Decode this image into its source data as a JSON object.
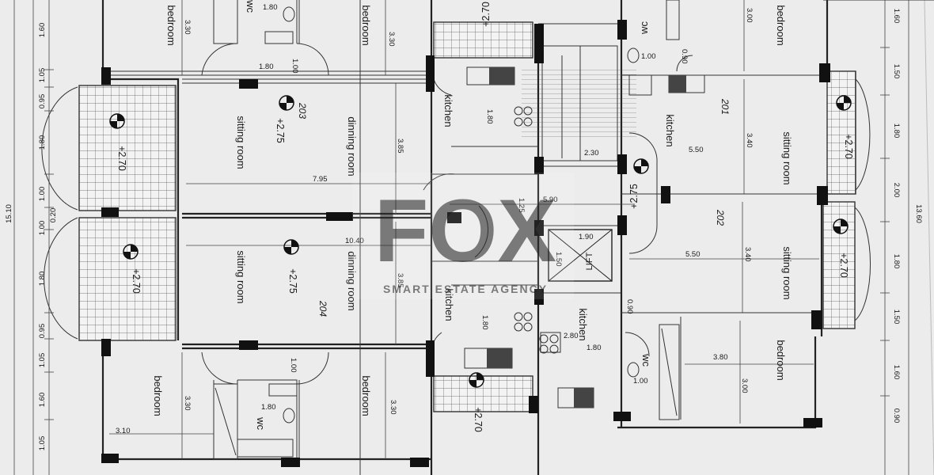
{
  "apartments": {
    "a201": "201",
    "a202": "202",
    "a203": "203",
    "a204": "204"
  },
  "rooms": {
    "bedroom": "bedroom",
    "sitting_room": "sitting room",
    "dinning_room": "dinning room",
    "kitchen": "kitchen",
    "wc": "wc",
    "lift": "LIFT"
  },
  "levels": {
    "l270": "+2.70",
    "l275": "+2.75"
  },
  "dims": {
    "d160": "1.60",
    "d105": "1.05",
    "d095": "0.95",
    "d180": "1.80",
    "d100": "1.00",
    "d020": "0.20",
    "d1510": "15.10",
    "d330": "3.30",
    "d385": "3.85",
    "d795": "7.95",
    "d1040": "10.40",
    "d125": "1.25",
    "d590": "5.90",
    "d230": "2.30",
    "d190": "1.90",
    "d150": "1.50",
    "d280": "2.80",
    "d090": "0.90",
    "d550": "5.50",
    "d340": "3.40",
    "d380": "3.80",
    "d300": "3.00",
    "d200": "2.00",
    "d1360": "13.60",
    "d310": "3.10"
  },
  "watermark": {
    "brand": "FOX",
    "tagline": "SMART ESTATE AGENCY"
  }
}
